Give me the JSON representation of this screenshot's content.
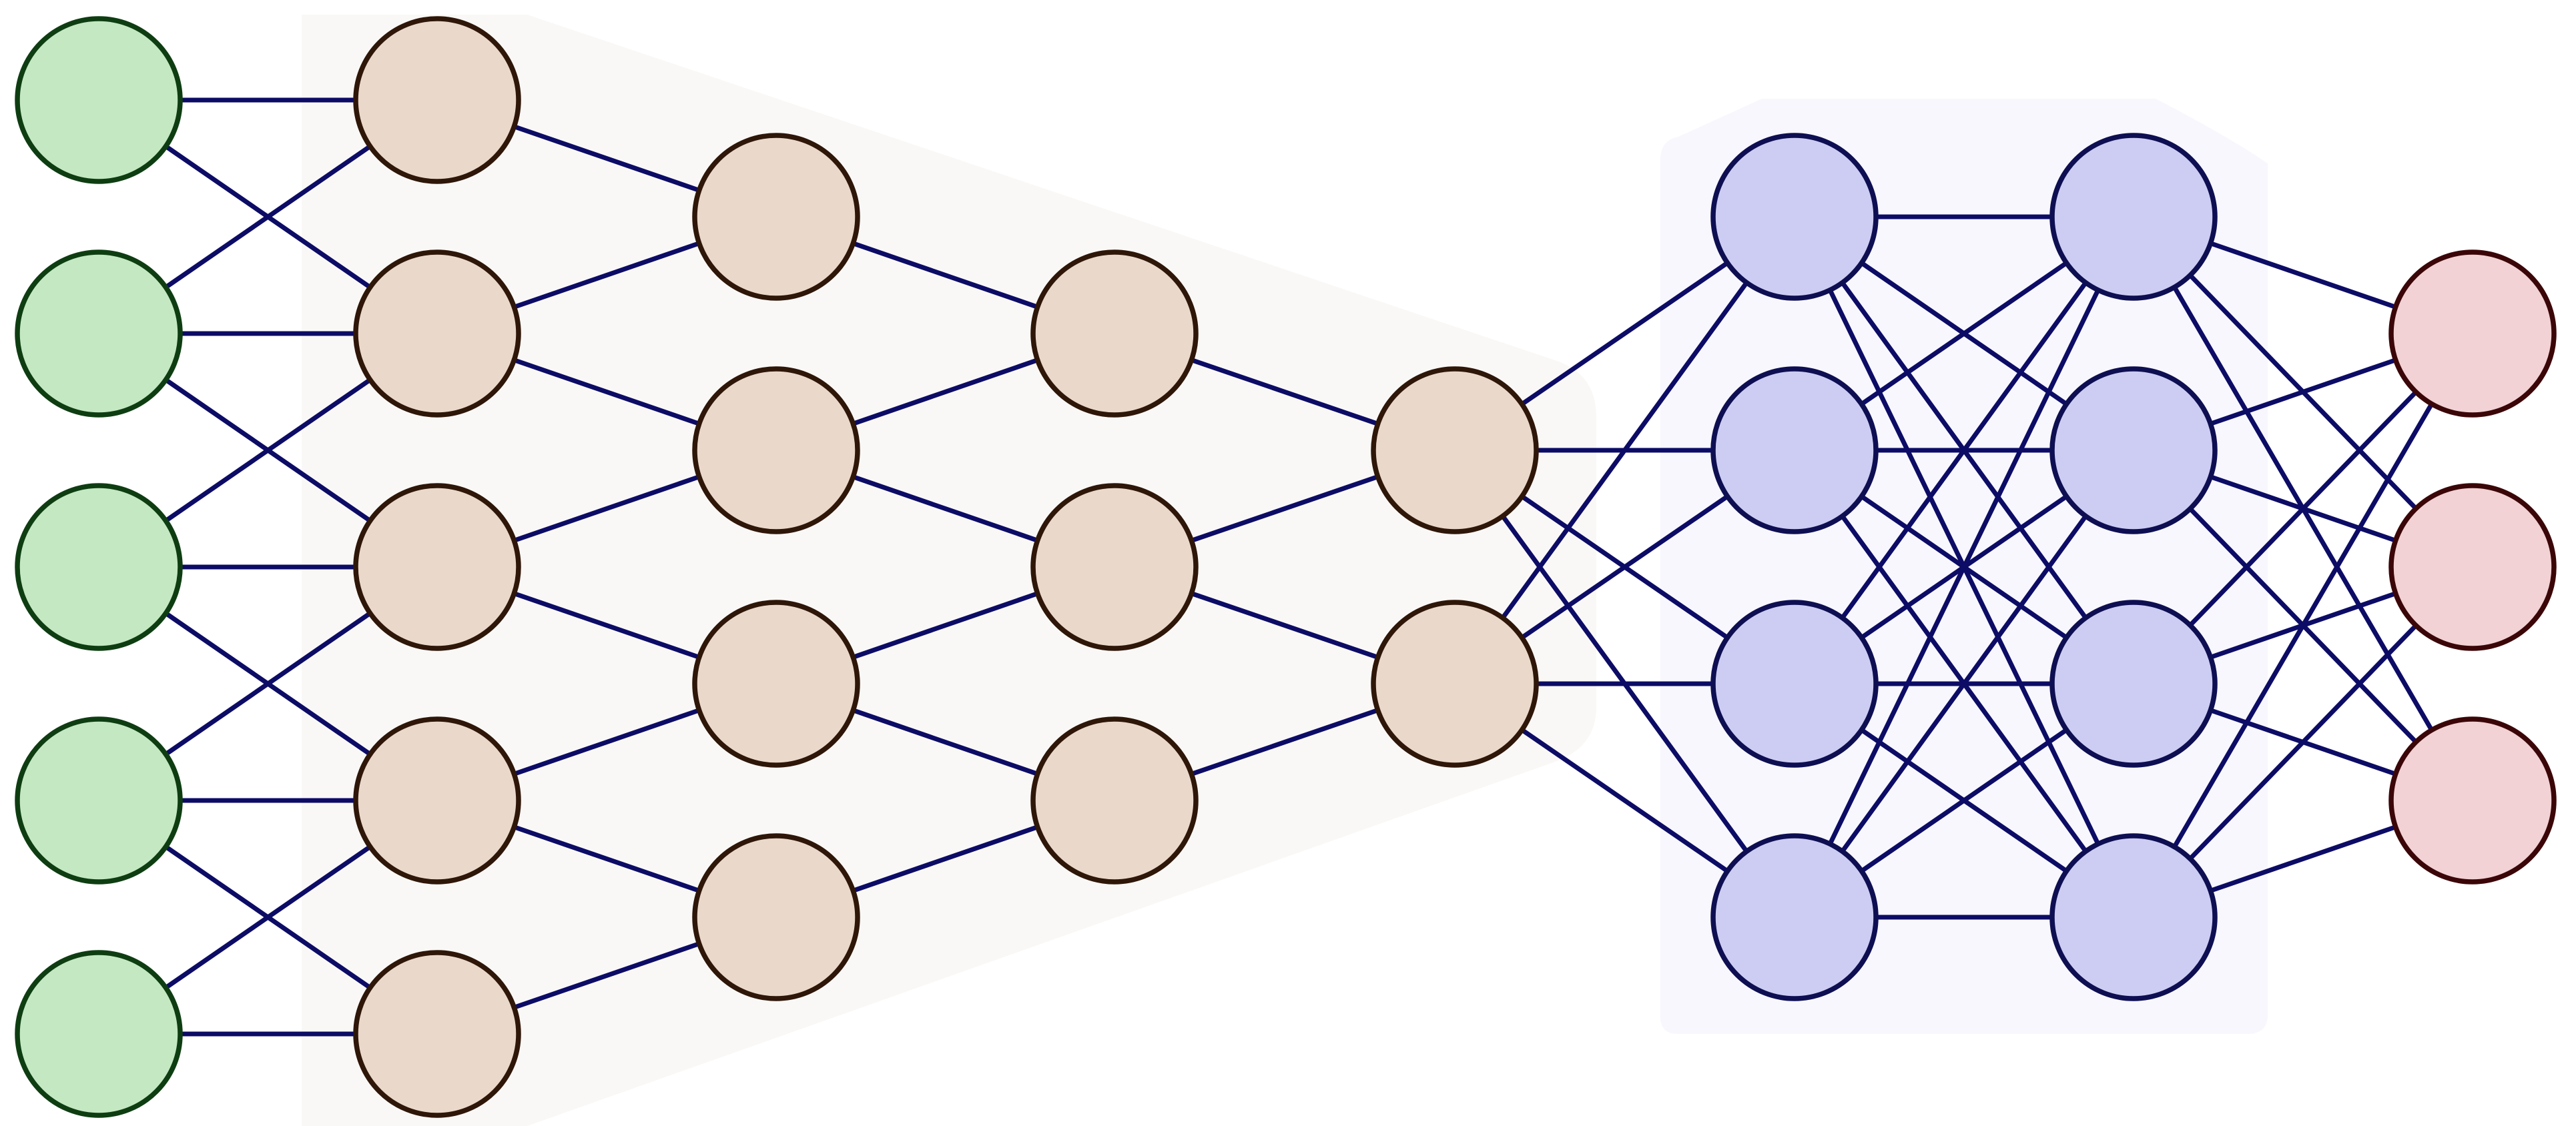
{
  "diagram": {
    "type": "neural-network",
    "colors": {
      "input": {
        "fill": "#c4e8c2",
        "stroke": "#0e3d12"
      },
      "encoder": {
        "fill": "#ead8cb",
        "stroke": "#2e1608"
      },
      "dense": {
        "fill": "#cdcdf3",
        "stroke": "#0e0e52"
      },
      "output": {
        "fill": "#f2d2d4",
        "stroke": "#3b0608"
      },
      "edge": "#0c0c66",
      "encoder_region": "#faf8f6",
      "dense_region": "#f7f7fd"
    },
    "layers": [
      {
        "id": "input",
        "role": "input",
        "nodes": 5
      },
      {
        "id": "enc1",
        "role": "encoder",
        "nodes": 5
      },
      {
        "id": "enc2",
        "role": "encoder",
        "nodes": 4
      },
      {
        "id": "enc3",
        "role": "encoder",
        "nodes": 3
      },
      {
        "id": "enc4",
        "role": "encoder",
        "nodes": 2
      },
      {
        "id": "dense1",
        "role": "dense",
        "nodes": 4
      },
      {
        "id": "dense2",
        "role": "dense",
        "nodes": 4
      },
      {
        "id": "output",
        "role": "output",
        "nodes": 3
      }
    ],
    "connections": [
      {
        "from": "input",
        "to": "enc1",
        "pattern": "local"
      },
      {
        "from": "enc1",
        "to": "enc2",
        "pattern": "local"
      },
      {
        "from": "enc2",
        "to": "enc3",
        "pattern": "local"
      },
      {
        "from": "enc3",
        "to": "enc4",
        "pattern": "local"
      },
      {
        "from": "enc4",
        "to": "dense1",
        "pattern": "full"
      },
      {
        "from": "dense1",
        "to": "dense2",
        "pattern": "full"
      },
      {
        "from": "dense2",
        "to": "output",
        "pattern": "full"
      }
    ],
    "regions": [
      {
        "name": "encoder-region",
        "covers": [
          "enc1",
          "enc2",
          "enc3",
          "enc4"
        ]
      },
      {
        "name": "dense-region",
        "covers": [
          "dense1",
          "dense2"
        ]
      }
    ]
  }
}
